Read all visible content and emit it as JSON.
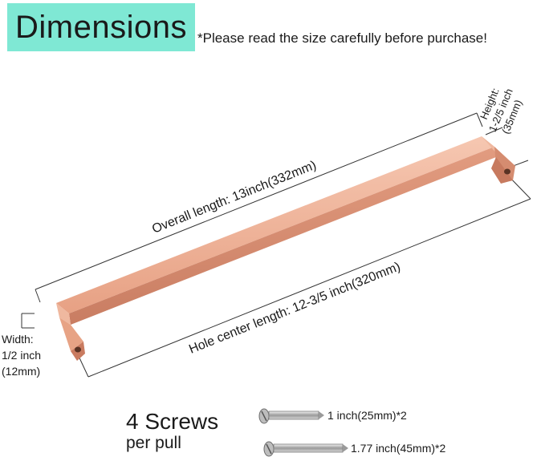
{
  "header": {
    "title": "Dimensions",
    "notice": "*Please read the size carefully before purchase!",
    "title_bg_color": "#7fe8d4"
  },
  "dimensions": {
    "overall_length": "Overall length: 13inch(332mm)",
    "hole_center_length": "Hole center length: 12-3/5 inch(320mm)",
    "height_line1": "Height:",
    "height_line2": "1-2/5 inch",
    "height_line3": "(35mm)",
    "width_line1": "Width:",
    "width_line2": "1/2 inch",
    "width_line3": "(12mm)"
  },
  "product": {
    "color": "#e9a98f",
    "finish": "rose gold"
  },
  "screws": {
    "title": "4 Screws",
    "subtitle": "per pull",
    "short_screw": "1 inch(25mm)*2",
    "long_screw": "1.77 inch(45mm)*2"
  }
}
